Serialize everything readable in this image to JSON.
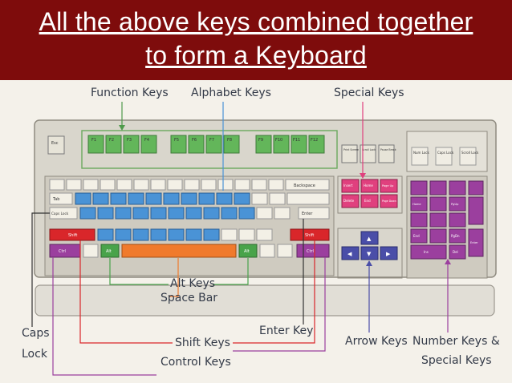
{
  "slide": {
    "title_line1": "All the above keys combined together",
    "title_line2": "to form a Keyboard"
  },
  "labels": {
    "function_keys": "Function Keys",
    "alphabet_keys": "Alphabet Keys",
    "special_keys": "Special Keys",
    "alt_keys": "Alt Keys",
    "space_bar": "Space Bar",
    "caps": "Caps",
    "lock": "Lock",
    "enter_key": "Enter Key",
    "shift_keys": "Shift Keys",
    "control_keys": "Control Keys",
    "arrow_keys": "Arrow Keys",
    "number_keys": "Number Keys &",
    "special_keys_2": "Special Keys"
  },
  "keys": {
    "esc": "Esc",
    "f1": "F1",
    "f2": "F2",
    "f3": "F3",
    "f4": "F4",
    "f5": "F5",
    "f6": "F6",
    "f7": "F7",
    "f8": "F8",
    "f9": "F9",
    "f10": "F10",
    "f11": "F11",
    "f12": "F12",
    "print_screen": "Print Screen",
    "scroll_lock": "Scroll Lock",
    "pause_break": "Pause Break",
    "num_lock": "Num Lock",
    "caps_lock": "Caps Lock",
    "scroll_lock_2": "Scroll Lock",
    "backspace": "Backspace",
    "tab": "Tab",
    "caps_lock_key": "Caps Lock",
    "enter": "Enter",
    "shift_left": "Shift",
    "shift_right": "Shift",
    "ctrl_left": "Ctrl",
    "ctrl_right": "Ctrl",
    "alt_left": "Alt",
    "alt_right": "Alt",
    "insert": "Insert",
    "home": "Home",
    "page_up": "Page Up",
    "delete": "Delete",
    "end": "End",
    "page_down": "Page Down",
    "numpad_end": "End",
    "numpad_ins": "Ins",
    "numpad_del": "Del",
    "numpad_enter": "Enter",
    "numpad_pgup": "PgUp",
    "numpad_pgdn": "PgDn",
    "numpad_home": "Home"
  },
  "colors": {
    "banner": "#7e0c0c",
    "function_keys": "#63b65a",
    "alphabet_keys": "#4a93d6",
    "special_keys": "#e0407e",
    "numpad_keys": "#9b3f9e",
    "shift_keys": "#d9262a",
    "space_bar": "#f07a2c",
    "arrow_keys": "#4a4ea8"
  }
}
